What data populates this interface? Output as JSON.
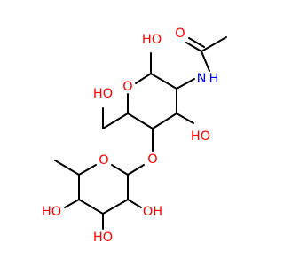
{
  "molecule": {
    "labels": {
      "oh_anomeric": "HO",
      "nh": "N",
      "nh_h": "H",
      "carbonyl_o": "O",
      "ring_o_top": "O",
      "oh_c3": "HO",
      "ch2oh": "HO",
      "glycosidic_o": "O",
      "ring_o_bottom": "O",
      "oh_bottom_left": "HO",
      "oh_bottom_right": "OH",
      "oh_bottom_center": "HO"
    },
    "colors": {
      "bond": "#000000",
      "oxygen": "#ff0000",
      "nitrogen": "#0000ff",
      "background": "#ffffff"
    }
  }
}
